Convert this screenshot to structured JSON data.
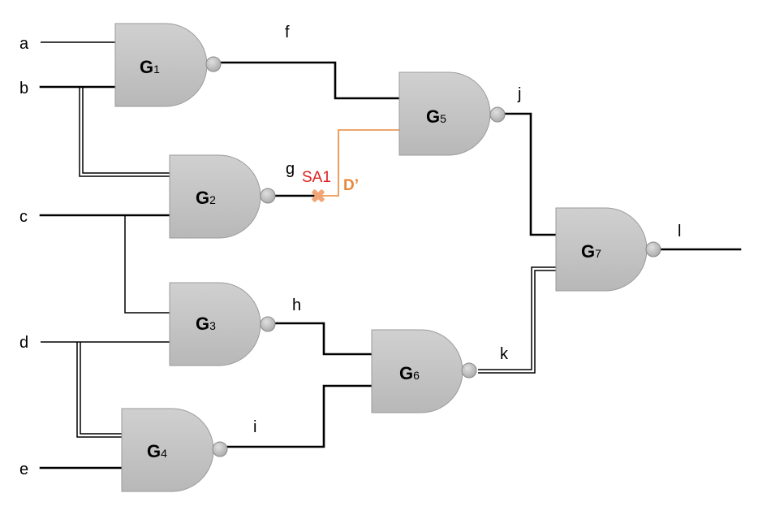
{
  "signals": {
    "a": "a",
    "b": "b",
    "c": "c",
    "d": "d",
    "e": "e",
    "f": "f",
    "g": "g",
    "h": "h",
    "i": "i",
    "j": "j",
    "k": "k",
    "l": "l"
  },
  "gates": {
    "g1": {
      "name": "G",
      "sub": "1"
    },
    "g2": {
      "name": "G",
      "sub": "2"
    },
    "g3": {
      "name": "G",
      "sub": "3"
    },
    "g4": {
      "name": "G",
      "sub": "4"
    },
    "g5": {
      "name": "G",
      "sub": "5"
    },
    "g6": {
      "name": "G",
      "sub": "6"
    },
    "g7": {
      "name": "G",
      "sub": "7"
    }
  },
  "fault": {
    "label": "SA1",
    "propagated": "D’",
    "line_color": "#e8873a",
    "label_color": "#e02020"
  },
  "colors": {
    "gate_fill": "#c4c4c4",
    "wire": "#000000"
  }
}
